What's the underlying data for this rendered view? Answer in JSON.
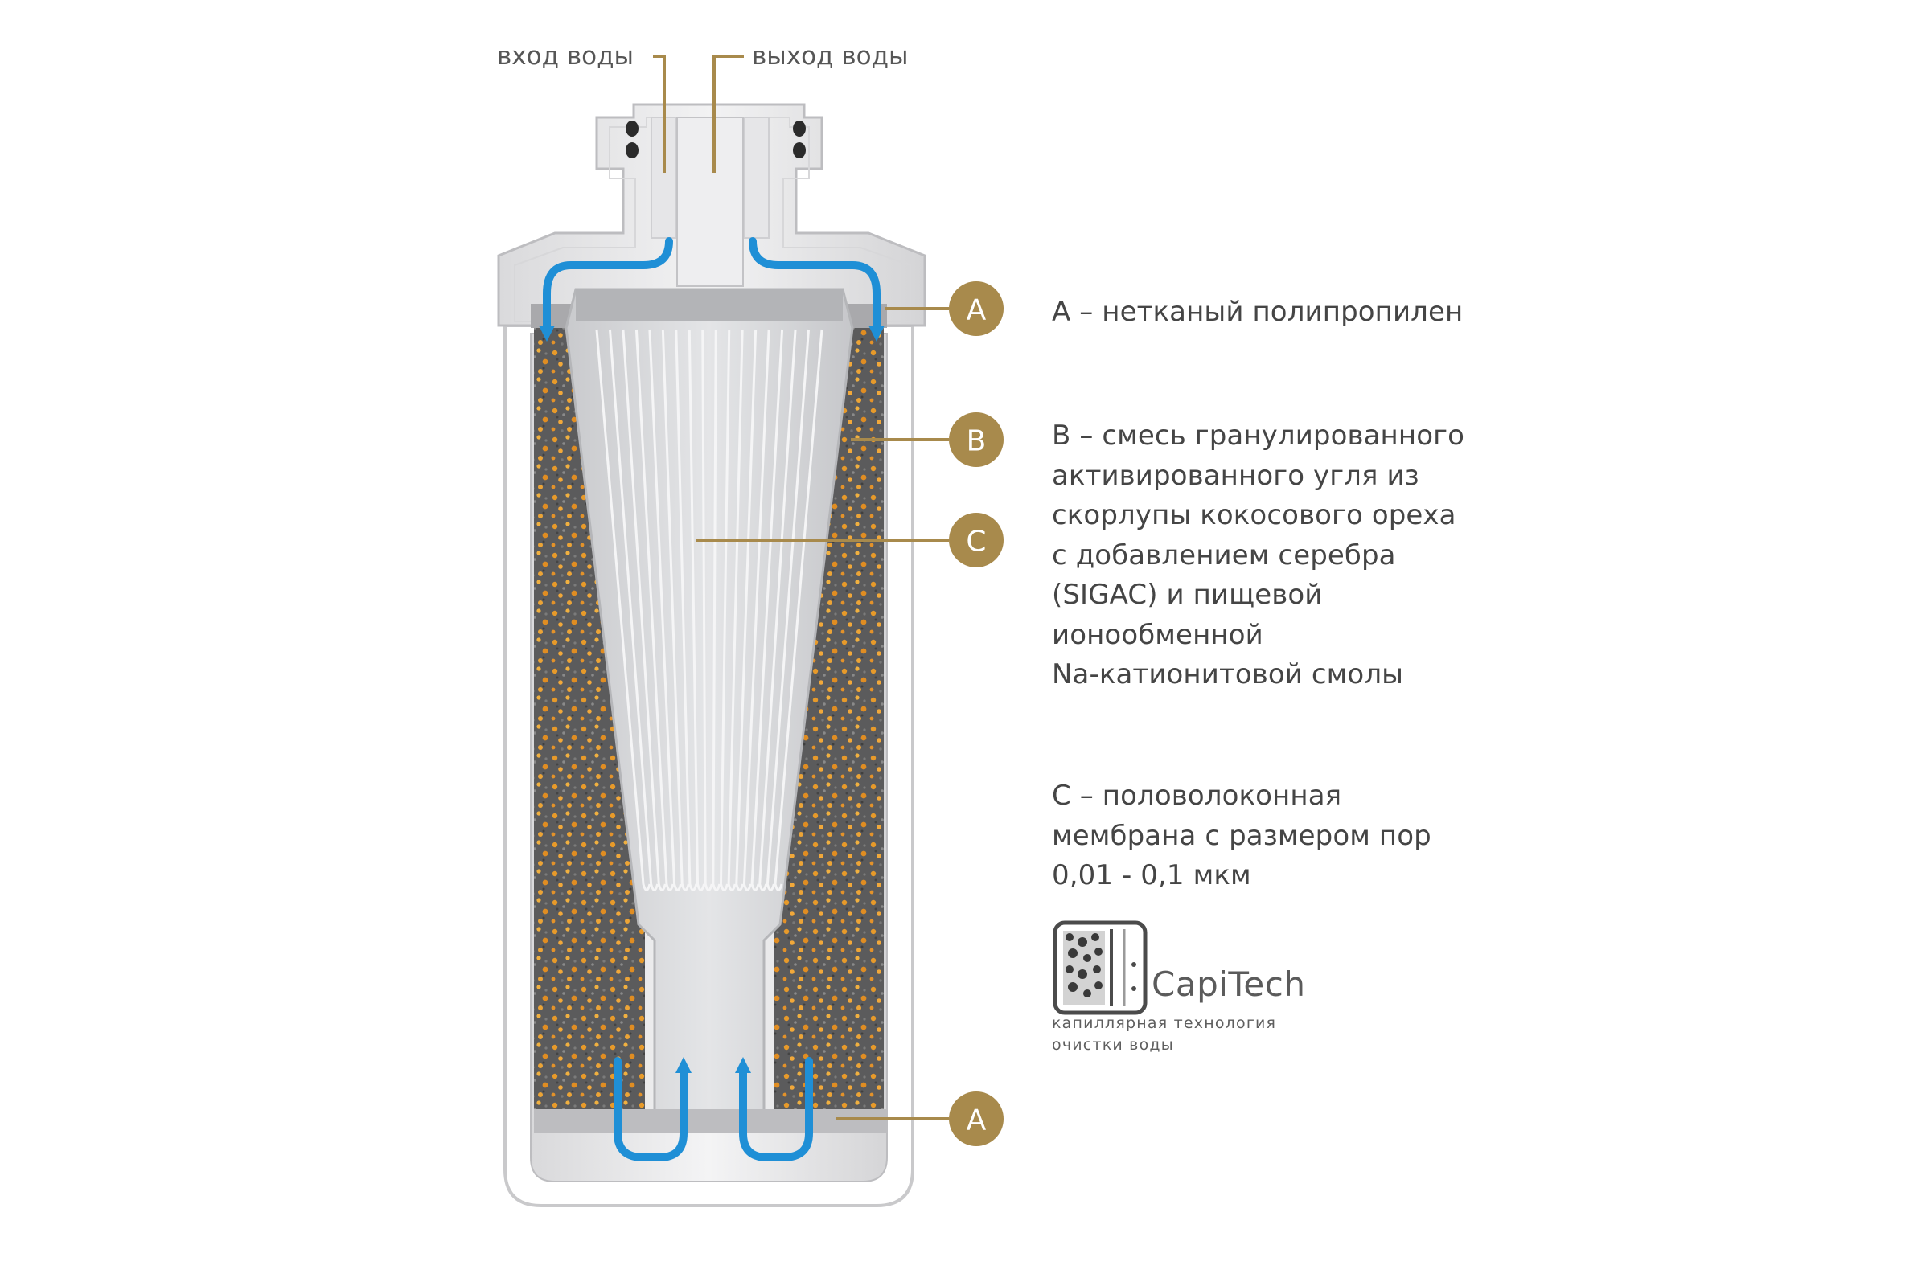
{
  "labels": {
    "water_in": "вход воды",
    "water_out": "выход воды"
  },
  "callouts": [
    {
      "id": "A",
      "letter": "A"
    },
    {
      "id": "B",
      "letter": "B"
    },
    {
      "id": "C",
      "letter": "C"
    },
    {
      "id": "A2",
      "letter": "A"
    }
  ],
  "descriptions": {
    "a": [
      "A – нетканый полипропилен"
    ],
    "b": [
      "B – смесь гранулированного",
      "активированного угля из",
      "скорлупы кокосового ореха",
      "с добавлением серебра",
      "(SIGAC) и пищевой",
      "ионообменной",
      "Na-катионитовой смолы"
    ],
    "c": [
      "C – половолоконная",
      "мембрана с размером пор",
      "0,01 - 0,1 мкм"
    ]
  },
  "logo": {
    "name": "CapiTech",
    "subtitle_line1": "капиллярная технология",
    "subtitle_line2": "очистки воды"
  },
  "colors": {
    "gold": "#a88a4c",
    "flow_arrow": "#1f8fd6",
    "housing_outline": "#c8c8c8",
    "carbon_granules": "#e89a2a",
    "carbon_bg": "#5f5f5f",
    "membrane": "#d8d9dc"
  }
}
